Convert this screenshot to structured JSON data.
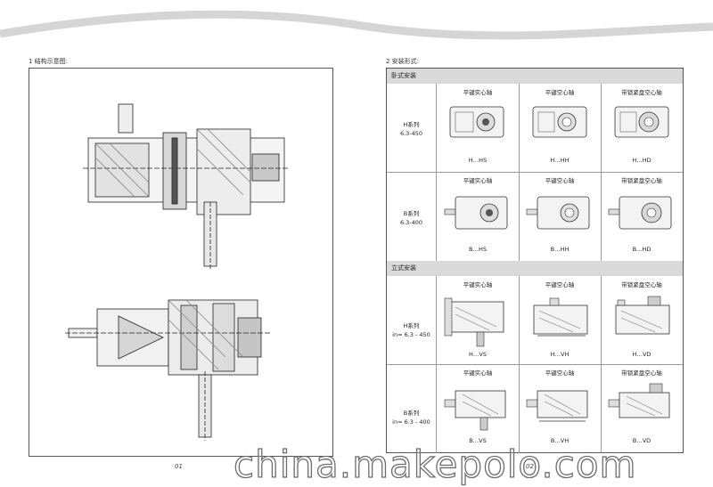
{
  "left": {
    "section_title": "1 结构示意图:",
    "page_number": "01"
  },
  "right": {
    "section_title": "2 安装形式:",
    "page_number": "02",
    "groups": [
      {
        "band": "卧式安装",
        "rows": [
          {
            "label_line1": "H系列",
            "label_line2": "6.3-450",
            "cells": [
              {
                "head": "平键实心轴",
                "code": "H…HS"
              },
              {
                "head": "平键空心轴",
                "code": "H…HH"
              },
              {
                "head": "带锁紧盘空心轴",
                "code": "H…HD"
              }
            ]
          },
          {
            "label_line1": "B系列",
            "label_line2": "6.3-400",
            "cells": [
              {
                "head": "平键实心轴",
                "code": "B…HS"
              },
              {
                "head": "平键空心轴",
                "code": "B…HH"
              },
              {
                "head": "带锁紧盘空心轴",
                "code": "B…HD"
              }
            ]
          }
        ]
      },
      {
        "band": "立式安装",
        "rows": [
          {
            "label_line1": "H系列",
            "label_line2": "in= 6.3 - 450",
            "cells": [
              {
                "head": "平键实心轴",
                "code": "H…VS"
              },
              {
                "head": "平键空心轴",
                "code": "H…VH"
              },
              {
                "head": "带锁紧盘空心轴",
                "code": "H…VD"
              }
            ]
          },
          {
            "label_line1": "B系列",
            "label_line2": "in= 6.3 - 400",
            "cells": [
              {
                "head": "平键实心轴",
                "code": "B…VS"
              },
              {
                "head": "平键空心轴",
                "code": "B…VH"
              },
              {
                "head": "带锁紧盘空心轴",
                "code": "B…VD"
              }
            ]
          }
        ]
      }
    ]
  },
  "watermark": "china.makepolo.com"
}
